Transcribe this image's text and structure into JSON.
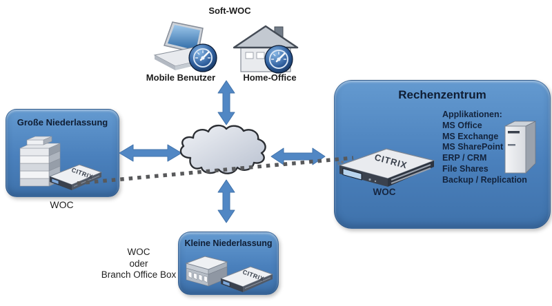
{
  "soft_woc": {
    "title": "Soft-WOC",
    "mobile_user_label": "Mobile Benutzer",
    "home_office_label": "Home-Office"
  },
  "left_branch": {
    "title": "Große Niederlassung",
    "appliance_brand": "CITRIX",
    "caption": "WOC"
  },
  "datacenter": {
    "title": "Rechenzentrum",
    "appliance_brand": "CITRIX",
    "appliance_caption": "WOC",
    "applications_header": "Applikationen:",
    "applications": [
      "MS Office",
      "MS Exchange",
      "MS SharePoint",
      "ERP / CRM",
      "File Shares",
      "Backup / Replication"
    ]
  },
  "small_branch": {
    "title": "Kleine Niederlassung",
    "appliance_brand": "CITRIX"
  },
  "side_note": {
    "lines": [
      "WOC",
      "oder",
      "Branch Office Box"
    ]
  },
  "colors": {
    "box_blue_top": "#649ad0",
    "box_blue_bottom": "#3f72ab",
    "arrow_blue": "#5187c4",
    "cloud_fill_light": "#f0f2f6",
    "cloud_fill_dark": "#b9c1d0",
    "cloud_outline": "#2b2e33",
    "dotted_line": "#58595b",
    "title_text": "#0f1d33"
  }
}
